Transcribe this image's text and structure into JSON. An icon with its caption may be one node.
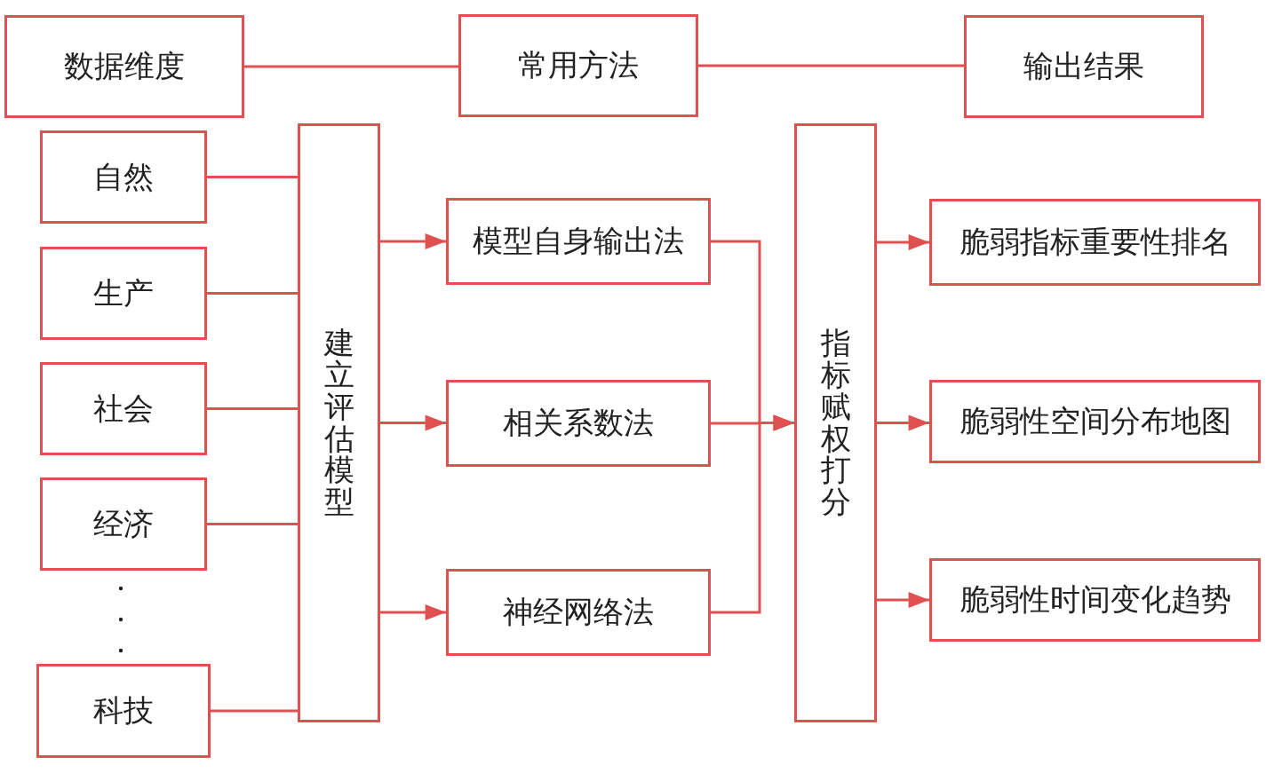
{
  "diagram": {
    "nodes": [
      {
        "text": [
          "数据维度"
        ]
      },
      {
        "text": [
          "常用方法"
        ]
      },
      {
        "text": [
          "输出结果"
        ]
      },
      {
        "text": [
          "自然"
        ]
      },
      {
        "text": [
          "生产"
        ]
      },
      {
        "text": [
          "社会"
        ]
      },
      {
        "text": [
          "经济"
        ]
      },
      {
        "text": [
          "科技"
        ]
      },
      {
        "text": [
          "建立评估模型"
        ]
      },
      {
        "text": [
          "模型自身输出法"
        ]
      },
      {
        "text": [
          "相关系数法"
        ]
      },
      {
        "text": [
          "神经网络法"
        ]
      },
      {
        "text": [
          "指标赋权打分"
        ]
      },
      {
        "text": [
          "脆弱指标重要性排名"
        ]
      },
      {
        "text": [
          "脆弱性空间分布地图"
        ]
      },
      {
        "text": [
          "脆弱性时间变化趋势"
        ]
      }
    ],
    "edges": [
      {
        "from": 0,
        "to": 1,
        "arrow": "none"
      },
      {
        "from": 1,
        "to": 2,
        "arrow": "none"
      },
      {
        "from": 3,
        "to": 8,
        "arrow": "none"
      },
      {
        "from": 4,
        "to": 8,
        "arrow": "none"
      },
      {
        "from": 5,
        "to": 8,
        "arrow": "none"
      },
      {
        "from": 6,
        "to": 8,
        "arrow": "none"
      },
      {
        "from": 7,
        "to": 8,
        "arrow": "none"
      },
      {
        "from": 8,
        "to": 9,
        "arrow": "to"
      },
      {
        "from": 8,
        "to": 10,
        "arrow": "to"
      },
      {
        "from": 8,
        "to": 11,
        "arrow": "to"
      },
      {
        "from": 9,
        "to": 12,
        "arrow": "to"
      },
      {
        "from": 10,
        "to": 12,
        "arrow": "to"
      },
      {
        "from": 11,
        "to": 12,
        "arrow": "to"
      },
      {
        "from": 12,
        "to": 13,
        "arrow": "to"
      },
      {
        "from": 12,
        "to": 14,
        "arrow": "to"
      },
      {
        "from": 12,
        "to": 15,
        "arrow": "to"
      }
    ]
  }
}
